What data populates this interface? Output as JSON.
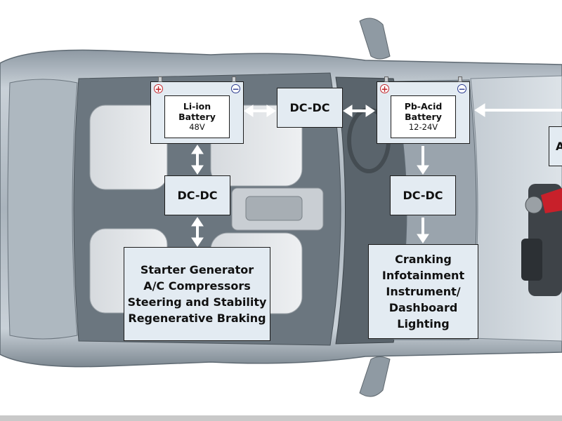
{
  "colors": {
    "box_fill": "#e3ebf2",
    "plus_terminal": "#c1272d",
    "minus_terminal": "#2b3a8f",
    "car_body": "#b8c2ca",
    "arrow": "#ffffff"
  },
  "li_ion_battery": {
    "plus_symbol": "+",
    "minus_symbol": "−",
    "line1": "Li-ion",
    "line2": "Battery",
    "voltage": "48V"
  },
  "pb_acid_battery": {
    "plus_symbol": "+",
    "minus_symbol": "−",
    "line1": "Pb-Acid",
    "line2": "Battery",
    "voltage": "12-24V"
  },
  "dcdc_center": {
    "label": "DC-DC"
  },
  "dcdc_left": {
    "label": "DC-DC"
  },
  "dcdc_right": {
    "label": "DC-DC"
  },
  "loads_48v": {
    "lines": [
      "Starter Generator",
      "A/C Compressors",
      "Steering and Stability",
      "Regenerative Braking"
    ]
  },
  "loads_12v": {
    "lines": [
      "Cranking",
      "Infotainment",
      "Instrument/",
      "Dashboard",
      "Lighting"
    ]
  },
  "partial_box": {
    "label": "A"
  }
}
